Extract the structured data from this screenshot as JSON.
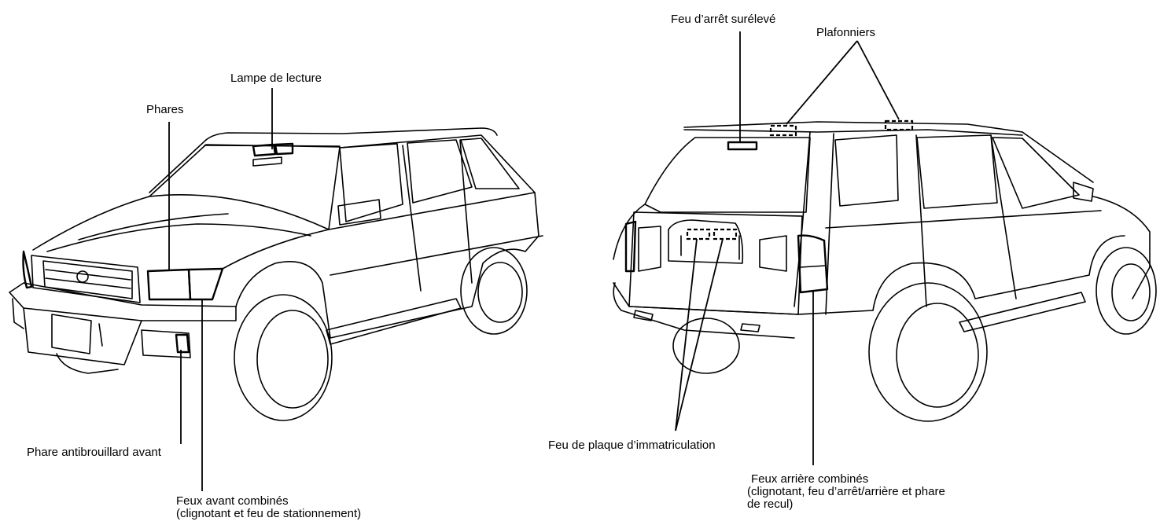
{
  "labels": {
    "reading_lamp": "Lampe de lecture",
    "headlights": "Phares",
    "front_fog": "Phare antibrouillard avant",
    "front_combo_line1": "Feux avant combinés",
    "front_combo_line2": "(clignotant et feu de stationnement)",
    "high_stop": "Feu d’arrêt surélevé",
    "dome_lights": "Plafonniers",
    "plate_light": "Feu de plaque d’immatriculation",
    "rear_combo_line1": "Feux arrière combinés",
    "rear_combo_line2": "(clignotant, feu d’arrêt/arrière et phare",
    "rear_combo_line3": "de recul)"
  },
  "colors": {
    "ink": "#000000",
    "background": "#ffffff"
  }
}
